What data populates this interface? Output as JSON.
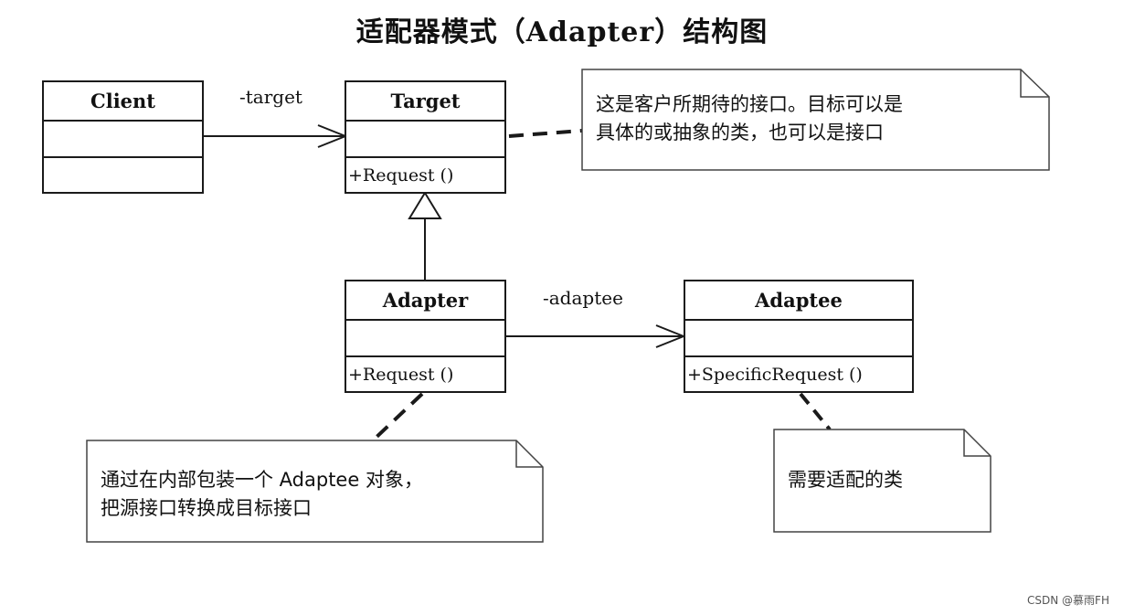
{
  "title": "适配器模式（Adapter）结构图",
  "classes": {
    "client": {
      "name": "Client",
      "operation": ""
    },
    "target": {
      "name": "Target",
      "operation": "+Request ()"
    },
    "adapter": {
      "name": "Adapter",
      "operation": "+Request ()"
    },
    "adaptee": {
      "name": "Adaptee",
      "operation": "+SpecificRequest ()"
    }
  },
  "associations": {
    "client_target_role": "-target",
    "adapter_adaptee_role": "-adaptee"
  },
  "notes": {
    "target_note": [
      "这是客户所期待的接口。目标可以是",
      "具体的或抽象的类，也可以是接口"
    ],
    "adapter_note": [
      "通过在内部包装一个 Adaptee 对象，",
      "把源接口转换成目标接口"
    ],
    "adaptee_note": [
      "需要适配的类"
    ]
  },
  "watermark": "CSDN @慕雨FH",
  "colors": {
    "line": "#1a1a1a",
    "background": "#ffffff"
  }
}
